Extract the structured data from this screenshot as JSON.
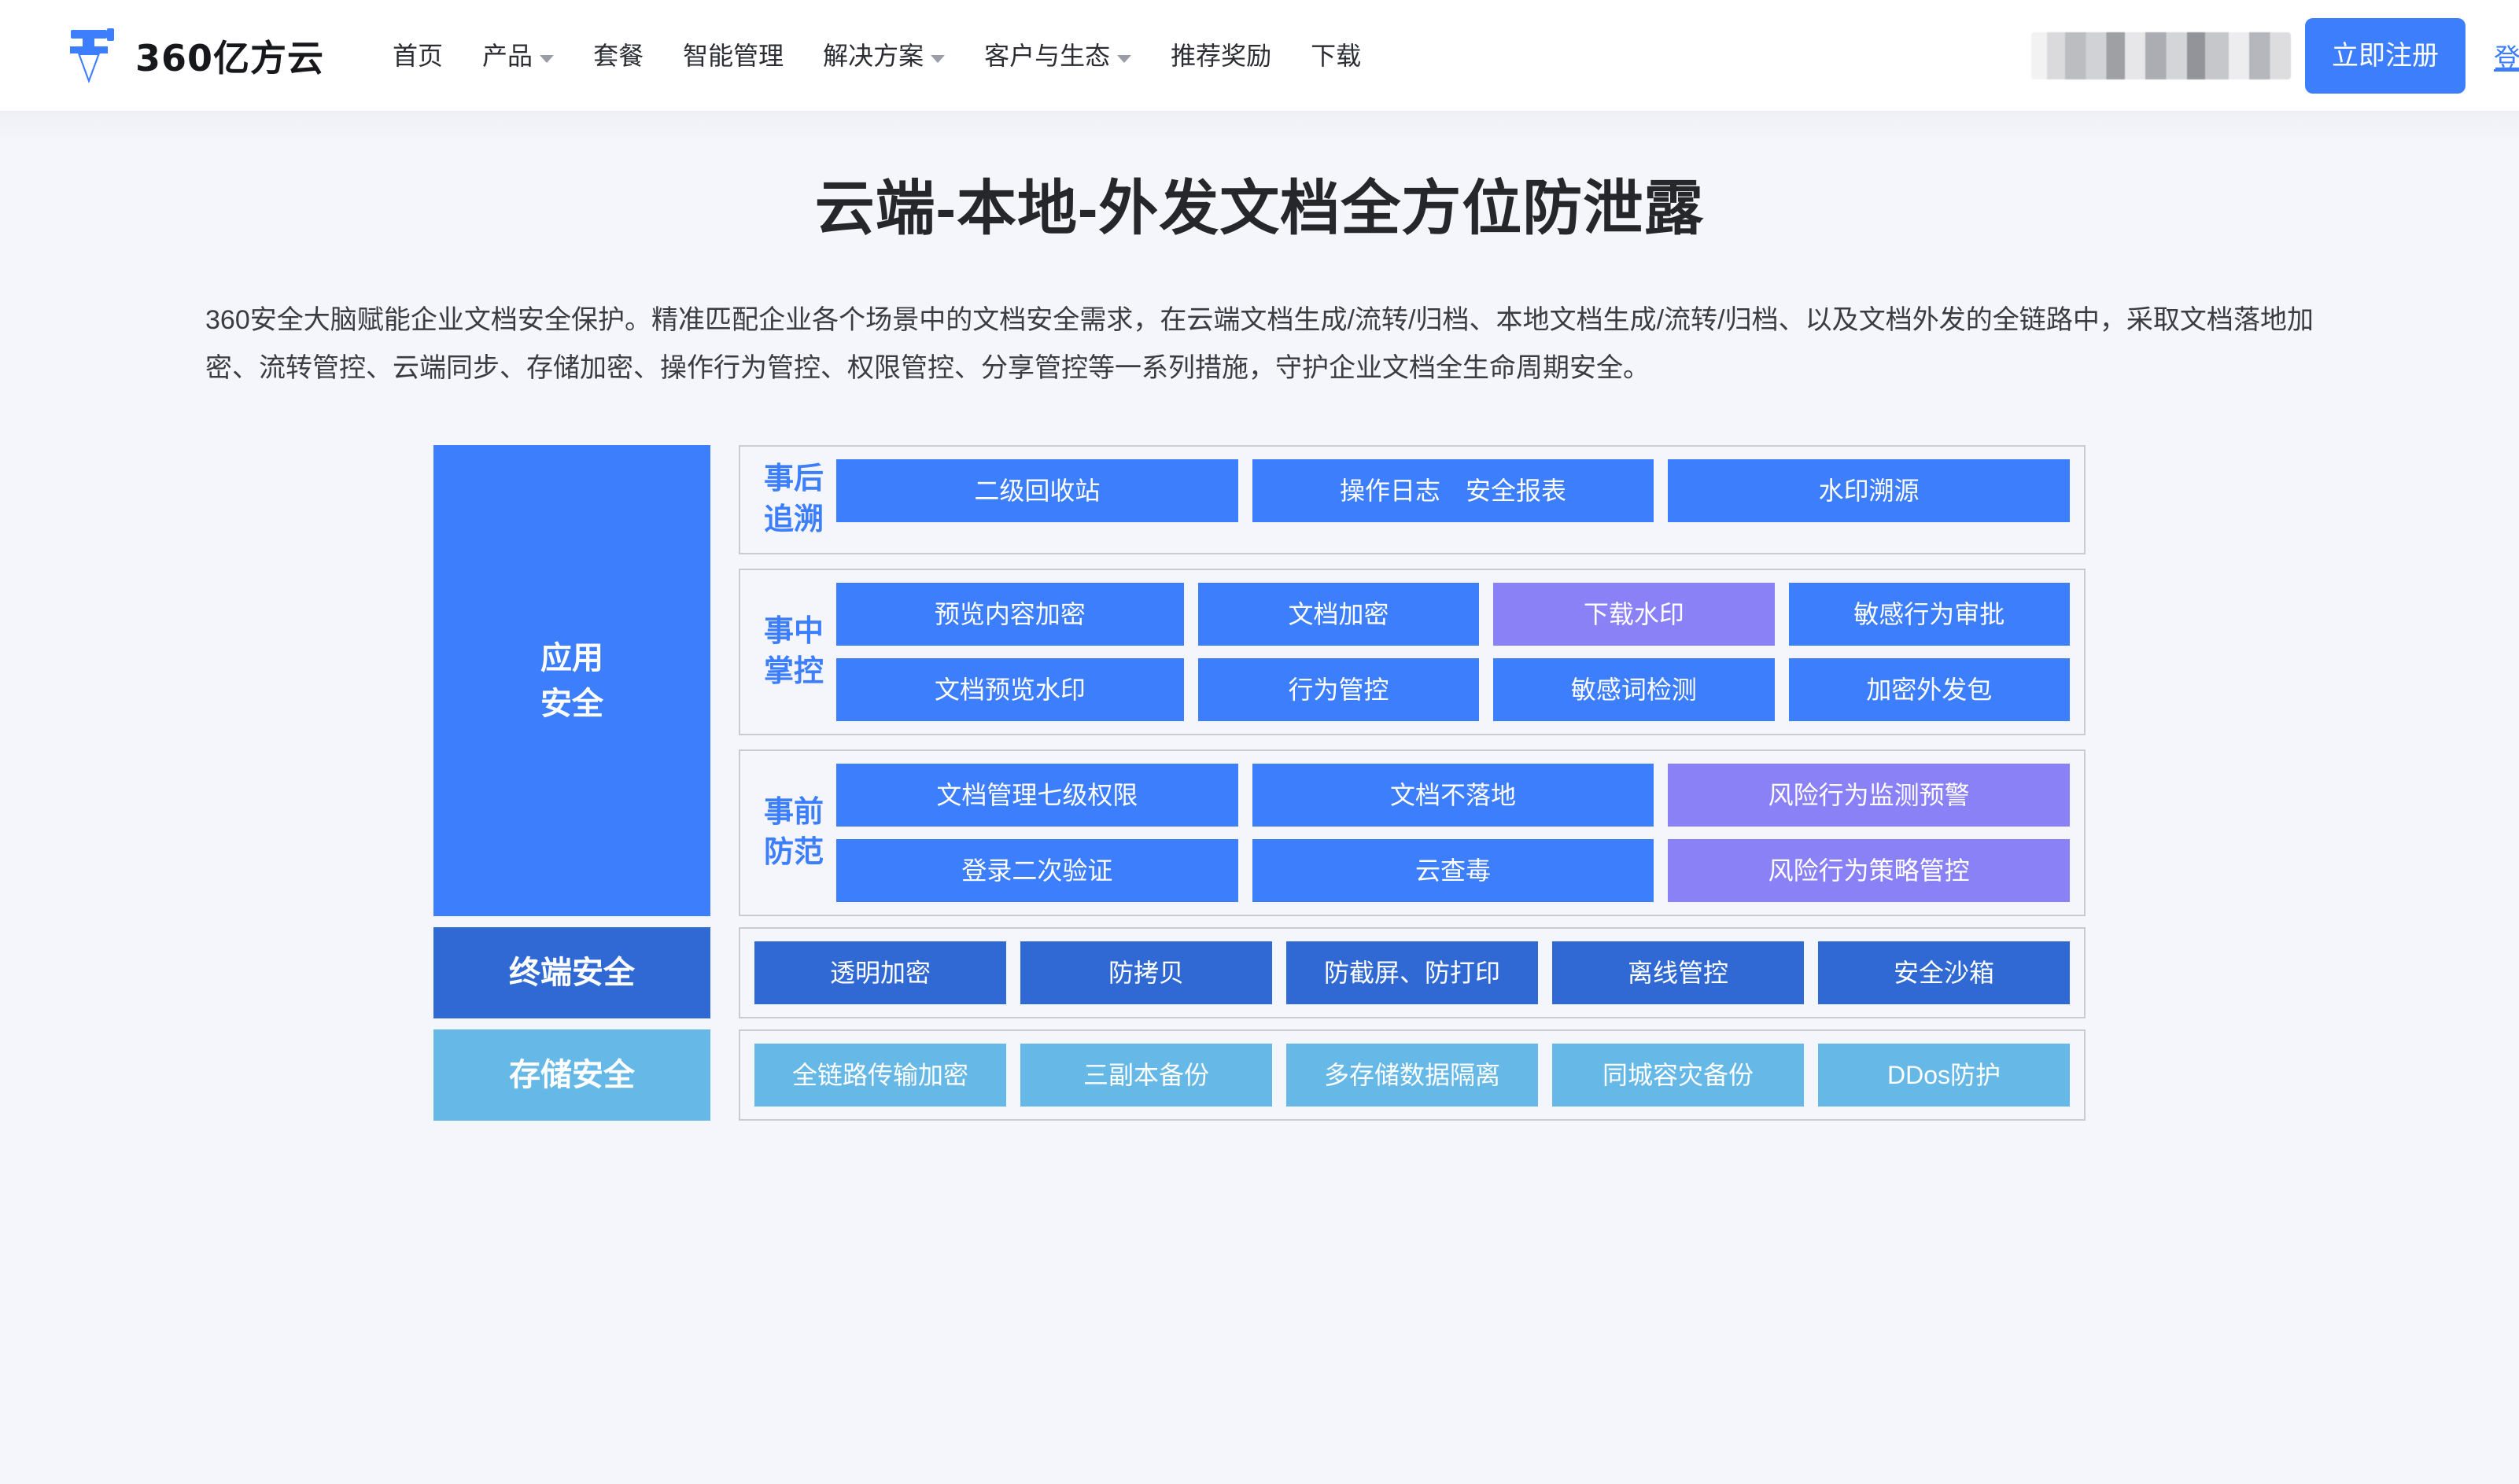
{
  "header": {
    "brand_name": "360亿方云",
    "logo_icon": "brand-logo-icon",
    "nav": [
      {
        "label": "首页",
        "has_dropdown": false
      },
      {
        "label": "产品",
        "has_dropdown": true
      },
      {
        "label": "套餐",
        "has_dropdown": false
      },
      {
        "label": "智能管理",
        "has_dropdown": false
      },
      {
        "label": "解决方案",
        "has_dropdown": true
      },
      {
        "label": "客户与生态",
        "has_dropdown": true
      },
      {
        "label": "推荐奖励",
        "has_dropdown": false
      },
      {
        "label": "下载",
        "has_dropdown": false
      }
    ],
    "redacted_text": "",
    "register_label": "立即注册",
    "login_label": "登录"
  },
  "hero": {
    "title": "云端-本地-外发文档全方位防泄露",
    "description": "360安全大脑赋能企业文档安全保护。精准匹配企业各个场景中的文档安全需求，在云端文档生成/流转/归档、本地文档生成/流转/归档、以及文档外发的全链路中，采取文档落地加密、流转管控、云端同步、存储加密、操作行为管控、权限管控、分享管控等一系列措施，守护企业文档全生命周期安全。"
  },
  "diagram": {
    "layers": [
      {
        "label": "应用\n安全",
        "label_lines": [
          "应用",
          "安全"
        ],
        "color": "#3d7efd",
        "groups": [
          {
            "title_lines": [
              "事后",
              "追溯"
            ],
            "rows": [
              [
                {
                  "text": "二级回收站",
                  "color": "#3d7efd",
                  "grow": 4
                },
                {
                  "text": "操作日志　安全报表",
                  "color": "#3d7efd",
                  "grow": 4
                },
                {
                  "text": "水印溯源",
                  "color": "#3d7efd",
                  "grow": 4
                }
              ]
            ]
          },
          {
            "title_lines": [
              "事中",
              "掌控"
            ],
            "rows": [
              [
                {
                  "text": "预览内容加密",
                  "color": "#3d7efd",
                  "grow": 5
                },
                {
                  "text": "文档加密",
                  "color": "#3d7efd",
                  "grow": 4
                },
                {
                  "text": "下载水印",
                  "color": "#8b81f7",
                  "grow": 4
                },
                {
                  "text": "敏感行为审批",
                  "color": "#3d7efd",
                  "grow": 4
                }
              ],
              [
                {
                  "text": "文档预览水印",
                  "color": "#3d7efd",
                  "grow": 5
                },
                {
                  "text": "行为管控",
                  "color": "#3d7efd",
                  "grow": 4
                },
                {
                  "text": "敏感词检测",
                  "color": "#3d7efd",
                  "grow": 4
                },
                {
                  "text": "加密外发包",
                  "color": "#3d7efd",
                  "grow": 4
                }
              ]
            ]
          },
          {
            "title_lines": [
              "事前",
              "防范"
            ],
            "rows": [
              [
                {
                  "text": "文档管理七级权限",
                  "color": "#3d7efd",
                  "grow": 4
                },
                {
                  "text": "文档不落地",
                  "color": "#3d7efd",
                  "grow": 4
                },
                {
                  "text": "风险行为监测预警",
                  "color": "#8b81f7",
                  "grow": 4
                }
              ],
              [
                {
                  "text": "登录二次验证",
                  "color": "#3d7efd",
                  "grow": 4
                },
                {
                  "text": "云查毒",
                  "color": "#3d7efd",
                  "grow": 4
                },
                {
                  "text": "风险行为策略管控",
                  "color": "#8b81f7",
                  "grow": 4
                }
              ]
            ]
          }
        ]
      },
      {
        "label": "终端安全",
        "label_lines": [
          "终端安全"
        ],
        "color": "#3069d3",
        "groups": [
          {
            "title_lines": [],
            "rows": [
              [
                {
                  "text": "透明加密",
                  "color": "#3069d3",
                  "grow": 1
                },
                {
                  "text": "防拷贝",
                  "color": "#3069d3",
                  "grow": 1
                },
                {
                  "text": "防截屏、防打印",
                  "color": "#3069d3",
                  "grow": 1
                },
                {
                  "text": "离线管控",
                  "color": "#3069d3",
                  "grow": 1
                },
                {
                  "text": "安全沙箱",
                  "color": "#3069d3",
                  "grow": 1
                }
              ]
            ]
          }
        ]
      },
      {
        "label": "存储安全",
        "label_lines": [
          "存储安全"
        ],
        "color": "#66b8e6",
        "groups": [
          {
            "title_lines": [],
            "rows": [
              [
                {
                  "text": "全链路传输加密",
                  "color": "#66b8e6",
                  "grow": 1
                },
                {
                  "text": "三副本备份",
                  "color": "#66b8e6",
                  "grow": 1
                },
                {
                  "text": "多存储数据隔离",
                  "color": "#66b8e6",
                  "grow": 1
                },
                {
                  "text": "同城容灾备份",
                  "color": "#66b8e6",
                  "grow": 1
                },
                {
                  "text": "DDos防护",
                  "color": "#66b8e6",
                  "grow": 1
                }
              ]
            ]
          }
        ]
      }
    ]
  },
  "colors": {
    "primary_blue": "#3d7efd",
    "dark_blue": "#3069d3",
    "light_blue": "#66b8e6",
    "purple": "#8b81f7",
    "page_bg": "#f4f6fb",
    "group_border": "#c9cbd1",
    "text_dark": "#26272b"
  }
}
